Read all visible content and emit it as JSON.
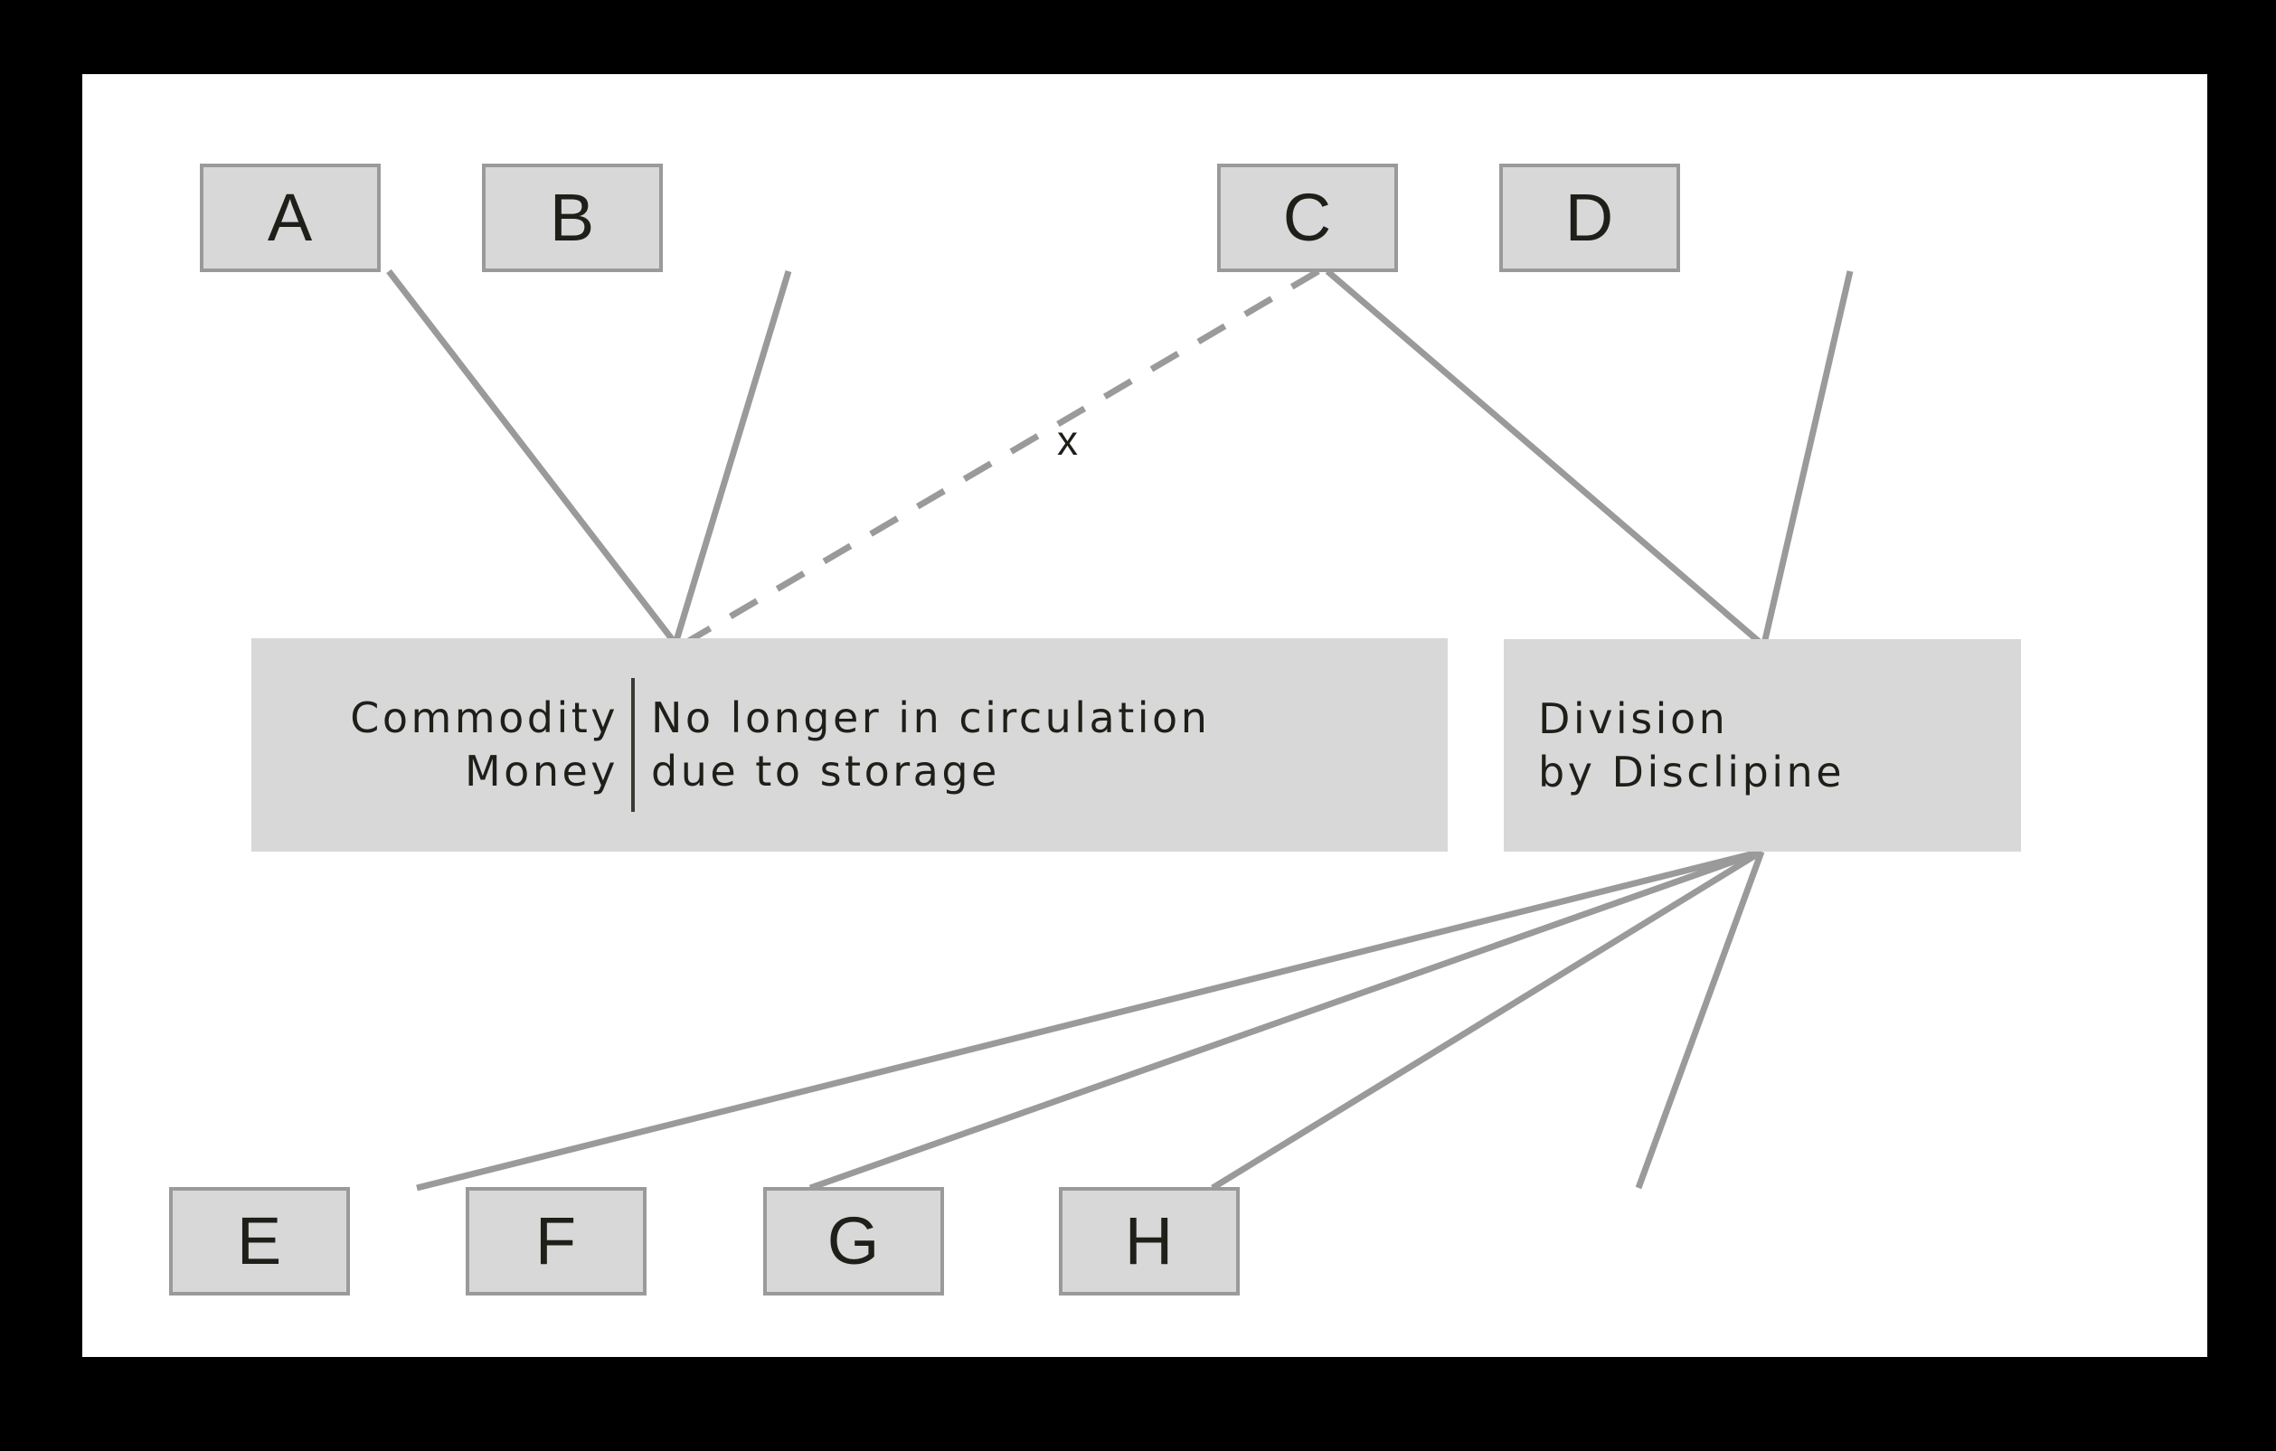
{
  "canvas": {
    "background": "#ffffff",
    "frame_color": "#000000",
    "node_fill": "#d8d8d8",
    "node_border": "#9a9a9a",
    "edge_color": "#9a9a9a",
    "text_color": "#1f1f1a"
  },
  "top_nodes": [
    {
      "id": "A",
      "label": "A"
    },
    {
      "id": "B",
      "label": "B"
    },
    {
      "id": "C",
      "label": "C"
    },
    {
      "id": "D",
      "label": "D"
    }
  ],
  "middle_nodes": [
    {
      "id": "commodity-money",
      "left_label": "Commodity\nMoney",
      "right_label": "No longer in circulation\ndue to storage"
    },
    {
      "id": "division-by-disclipine",
      "label": "Division\nby Disclipine"
    }
  ],
  "bottom_nodes": [
    {
      "id": "E",
      "label": "E"
    },
    {
      "id": "F",
      "label": "F"
    },
    {
      "id": "G",
      "label": "G"
    },
    {
      "id": "H",
      "label": "H"
    }
  ],
  "edge_labels": [
    {
      "id": "x-marker",
      "label": "x"
    }
  ],
  "edges": [
    {
      "from": "A",
      "to": "commodity-money",
      "style": "solid"
    },
    {
      "from": "B",
      "to": "commodity-money",
      "style": "solid"
    },
    {
      "from": "C",
      "to": "commodity-money",
      "style": "dashed",
      "label": "x"
    },
    {
      "from": "C",
      "to": "division-by-disclipine",
      "style": "solid"
    },
    {
      "from": "D",
      "to": "division-by-disclipine",
      "style": "solid"
    },
    {
      "from": "division-by-disclipine",
      "to": "E",
      "style": "solid"
    },
    {
      "from": "division-by-disclipine",
      "to": "F",
      "style": "solid"
    },
    {
      "from": "division-by-disclipine",
      "to": "G",
      "style": "solid"
    },
    {
      "from": "division-by-disclipine",
      "to": "H",
      "style": "solid"
    }
  ]
}
